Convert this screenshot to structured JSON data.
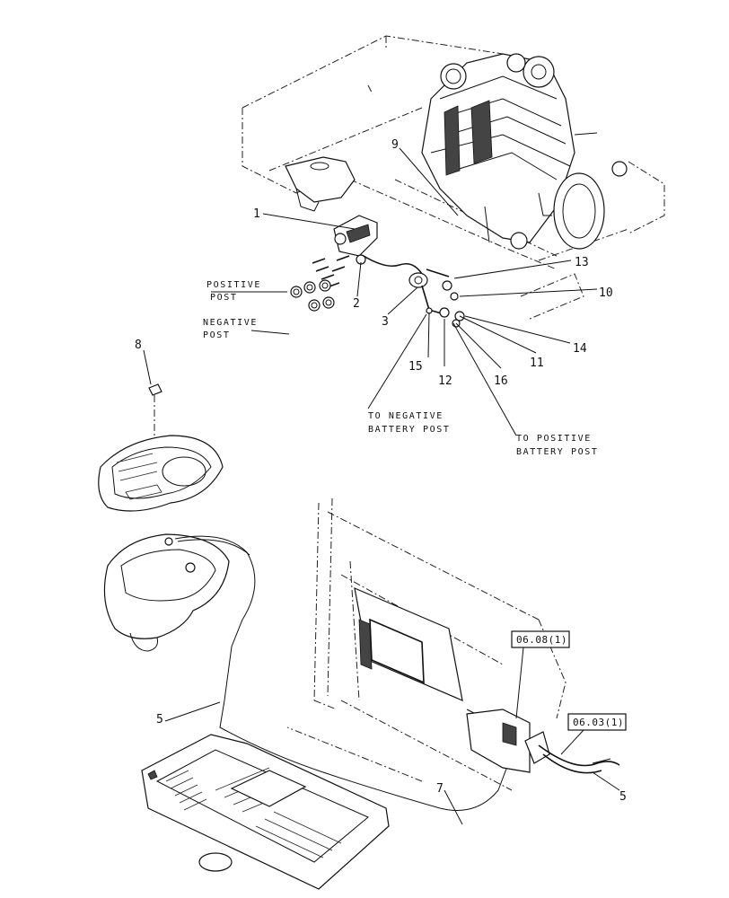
{
  "callouts": {
    "c1": "1",
    "c2": "2",
    "c3": "3",
    "c5a": "5",
    "c5b": "5",
    "c7": "7",
    "c8": "8",
    "c9": "9",
    "c10": "10",
    "c11": "11",
    "c12": "12",
    "c13": "13",
    "c14": "14",
    "c15": "15",
    "c16": "16"
  },
  "notes": {
    "positive_post_1": "POSITIVE",
    "positive_post_2": "POST",
    "negative_post_1": "NEGATIVE",
    "negative_post_2": "POST",
    "to_negative_1": "TO NEGATIVE",
    "to_negative_2": "BATTERY POST",
    "to_positive_1": "TO POSITIVE",
    "to_positive_2": "BATTERY POST"
  },
  "references": {
    "ref_a": "06.08(1)",
    "ref_b": "06.03(1)"
  }
}
